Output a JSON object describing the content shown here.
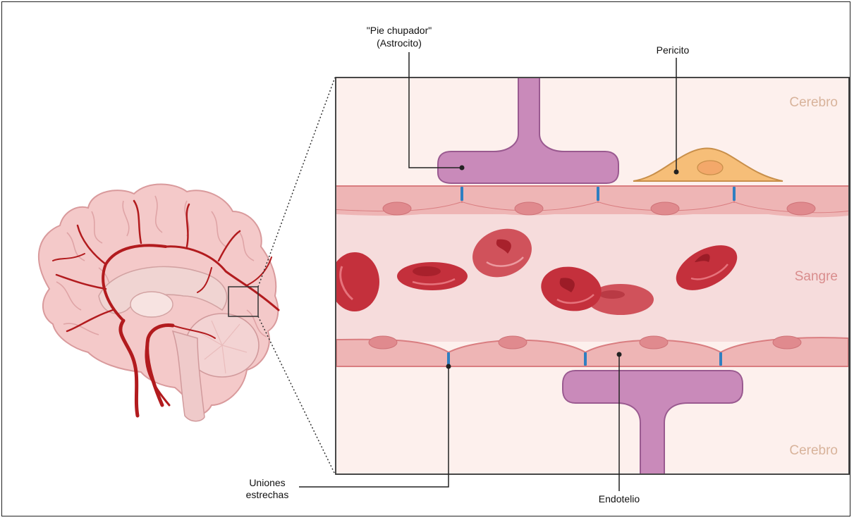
{
  "labels": {
    "astrocyte_line1": "\"Pie chupador\"",
    "astrocyte_line2": "(Astrocito)",
    "pericyte": "Pericito",
    "tight_junctions_line1": "Uniones",
    "tight_junctions_line2": "estrechas",
    "endothelium": "Endotelio"
  },
  "regions": {
    "brain_top": "Cerebro",
    "blood": "Sangre",
    "brain_bottom": "Cerebro"
  },
  "colors": {
    "brain_tissue": "#fdf0ed",
    "blood_lumen": "#f6dcdc",
    "endothelial_cell": "#eeb5b5",
    "endothelial_border": "#d97d80",
    "nucleus": "#e08a8e",
    "astrocyte": "#c98aba",
    "astrocyte_border": "#9a5a90",
    "pericyte": "#f6be78",
    "pericyte_border": "#c88f4a",
    "red_blood_cell": "#c4303c",
    "tight_junction": "#2f7fc1",
    "region_label_brain": "#d8b39b",
    "region_label_blood": "#d98d8d",
    "artery": "#b21b1e"
  }
}
